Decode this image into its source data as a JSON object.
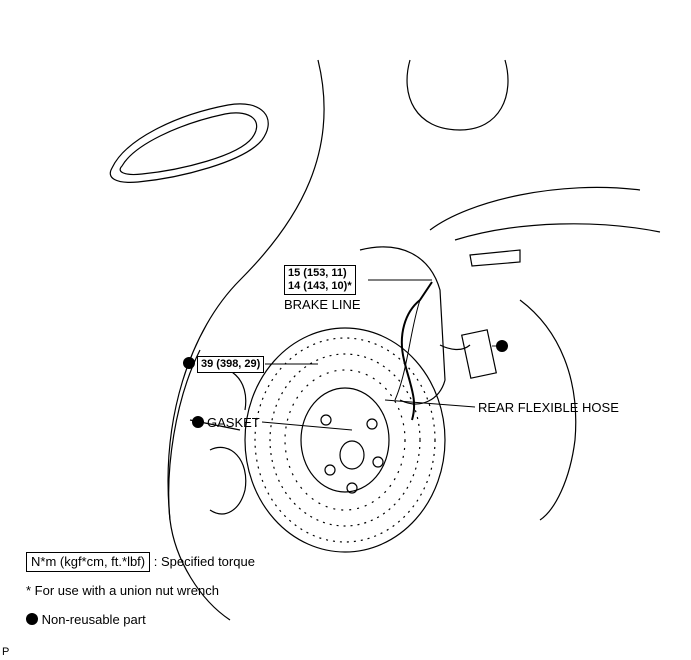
{
  "torque_brake_line_line1": "15 (153, 11)",
  "torque_brake_line_line2": "14 (143, 10)*",
  "label_brake_line": "BRAKE LINE",
  "torque_bolt": "39 (398, 29)",
  "label_rear_flexible_hose": "REAR FLEXIBLE HOSE",
  "label_gasket": "GASKET",
  "legend": {
    "torque_unit": "N*m (kgf*cm, ft.*lbf)",
    "torque_desc": ": Specified torque",
    "union_nut_note": "* For use with a union nut wrench",
    "non_reusable": "Non-reusable part"
  },
  "page_marker": "P"
}
